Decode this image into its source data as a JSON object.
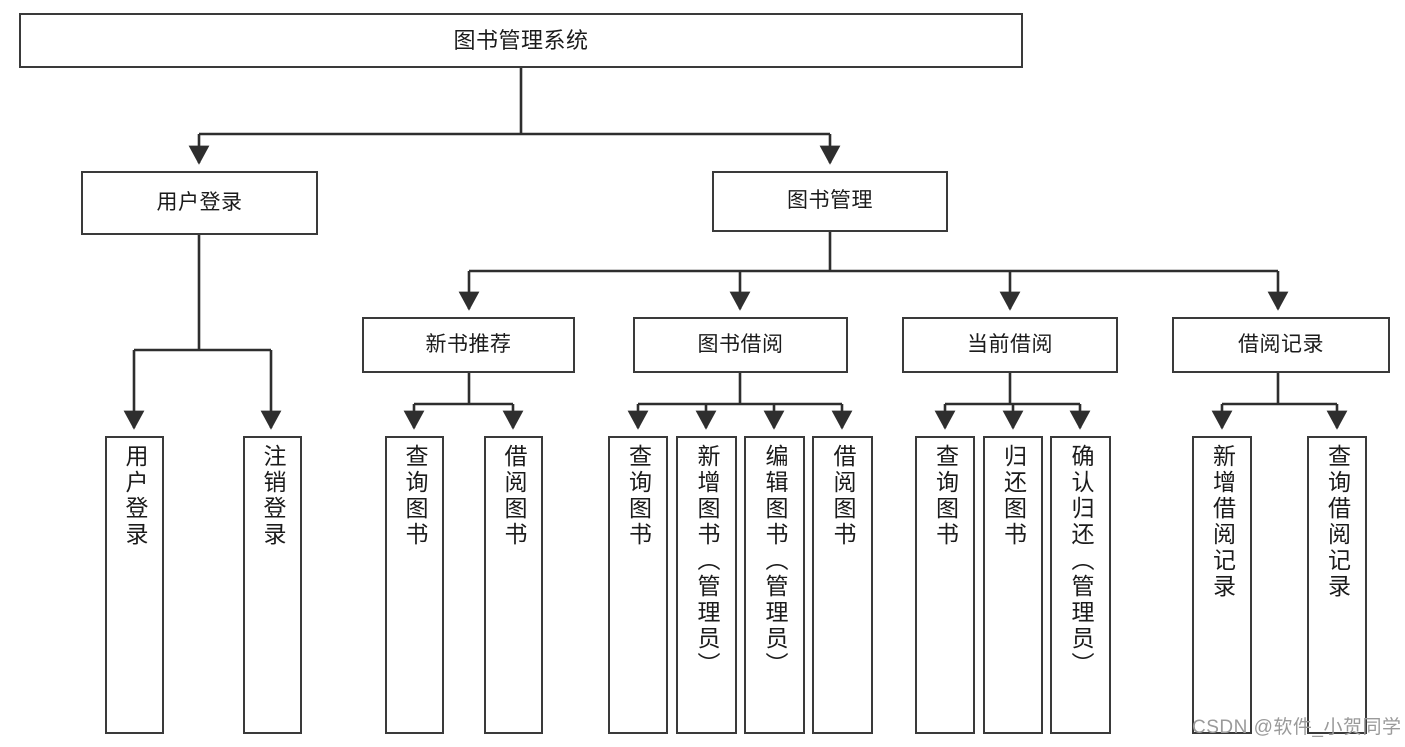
{
  "diagram": {
    "title": "图书管理系统",
    "type": "tree-hierarchy-chart",
    "orientation": "top-down",
    "colors": {
      "box_border": "#3a3a3a",
      "box_fill": "#ffffff",
      "edge": "#2e2e2e",
      "text": "#1b1b1b",
      "watermark": "#9a9a9a",
      "background": "#ffffff"
    },
    "levels": {
      "root": {
        "label": "图书管理系统"
      },
      "level1": [
        {
          "label": "用户登录"
        },
        {
          "label": "图书管理"
        }
      ],
      "level2": [
        {
          "label": "新书推荐"
        },
        {
          "label": "图书借阅"
        },
        {
          "label": "当前借阅"
        },
        {
          "label": "借阅记录"
        }
      ],
      "leaves": {
        "user_login": [
          {
            "label": "用户登录"
          },
          {
            "label": "注销登录"
          }
        ],
        "new_book_recommend": [
          {
            "label": "查询图书"
          },
          {
            "label": "借阅图书"
          }
        ],
        "book_borrow": [
          {
            "label": "查询图书"
          },
          {
            "label": "新增图书（管理员）"
          },
          {
            "label": "编辑图书（管理员）"
          },
          {
            "label": "借阅图书"
          }
        ],
        "current_borrow": [
          {
            "label": "查询图书"
          },
          {
            "label": "归还图书"
          },
          {
            "label": "确认归还（管理员）"
          }
        ],
        "borrow_record": [
          {
            "label": "新增借阅记录"
          },
          {
            "label": "查询借阅记录"
          }
        ]
      }
    }
  },
  "watermark": {
    "text": "CSDN @软件_小贺同学"
  }
}
